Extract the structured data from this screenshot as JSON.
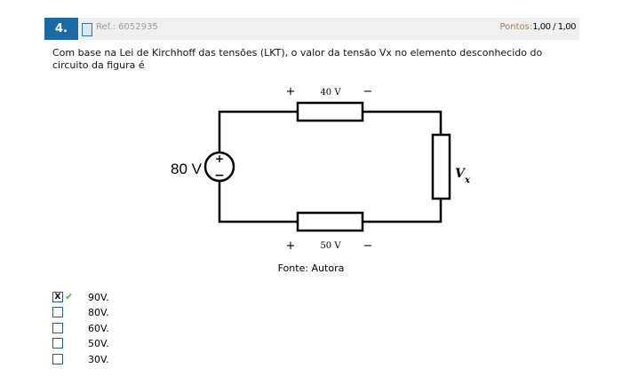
{
  "header": {
    "number": "4.",
    "ref": "Ref.: 6052935",
    "points_label": "Pontos:",
    "points_value": "1,00  / 1,00"
  },
  "question": "Com base na Lei de Kirchhoff das tensões (LKT), o valor da tensão Vx no elemento desconhecido do circuito da figura é",
  "circuit": {
    "source": "80 V",
    "top_plus": "+",
    "top_minus": "−",
    "top_label": "40 V",
    "bottom_plus": "+",
    "bottom_minus": "−",
    "bottom_label": "50 V",
    "unknown": "V",
    "unknown_sub": "x",
    "src_plus": "+",
    "src_minus": "−"
  },
  "source_caption": "Fonte: Autora",
  "options": [
    {
      "label": "90V.",
      "checked": true,
      "mark": "X"
    },
    {
      "label": "80V."
    },
    {
      "label": "60V."
    },
    {
      "label": "50V."
    },
    {
      "label": "30V."
    }
  ]
}
